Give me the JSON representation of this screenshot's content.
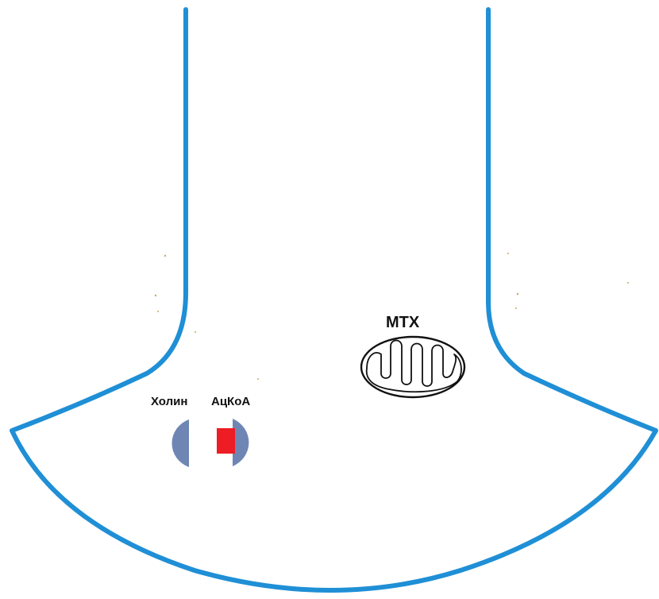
{
  "labels": {
    "choline": "Холин",
    "acetyl_coa": "АцКоА",
    "mitochondrion": "МТХ"
  },
  "colors": {
    "membrane": "#1f8fd6",
    "receptor": "#6f86b4",
    "acetyl_coa_block": "#ee1c24",
    "mitochondrion_outline": "#111111",
    "background": "#ffffff"
  }
}
